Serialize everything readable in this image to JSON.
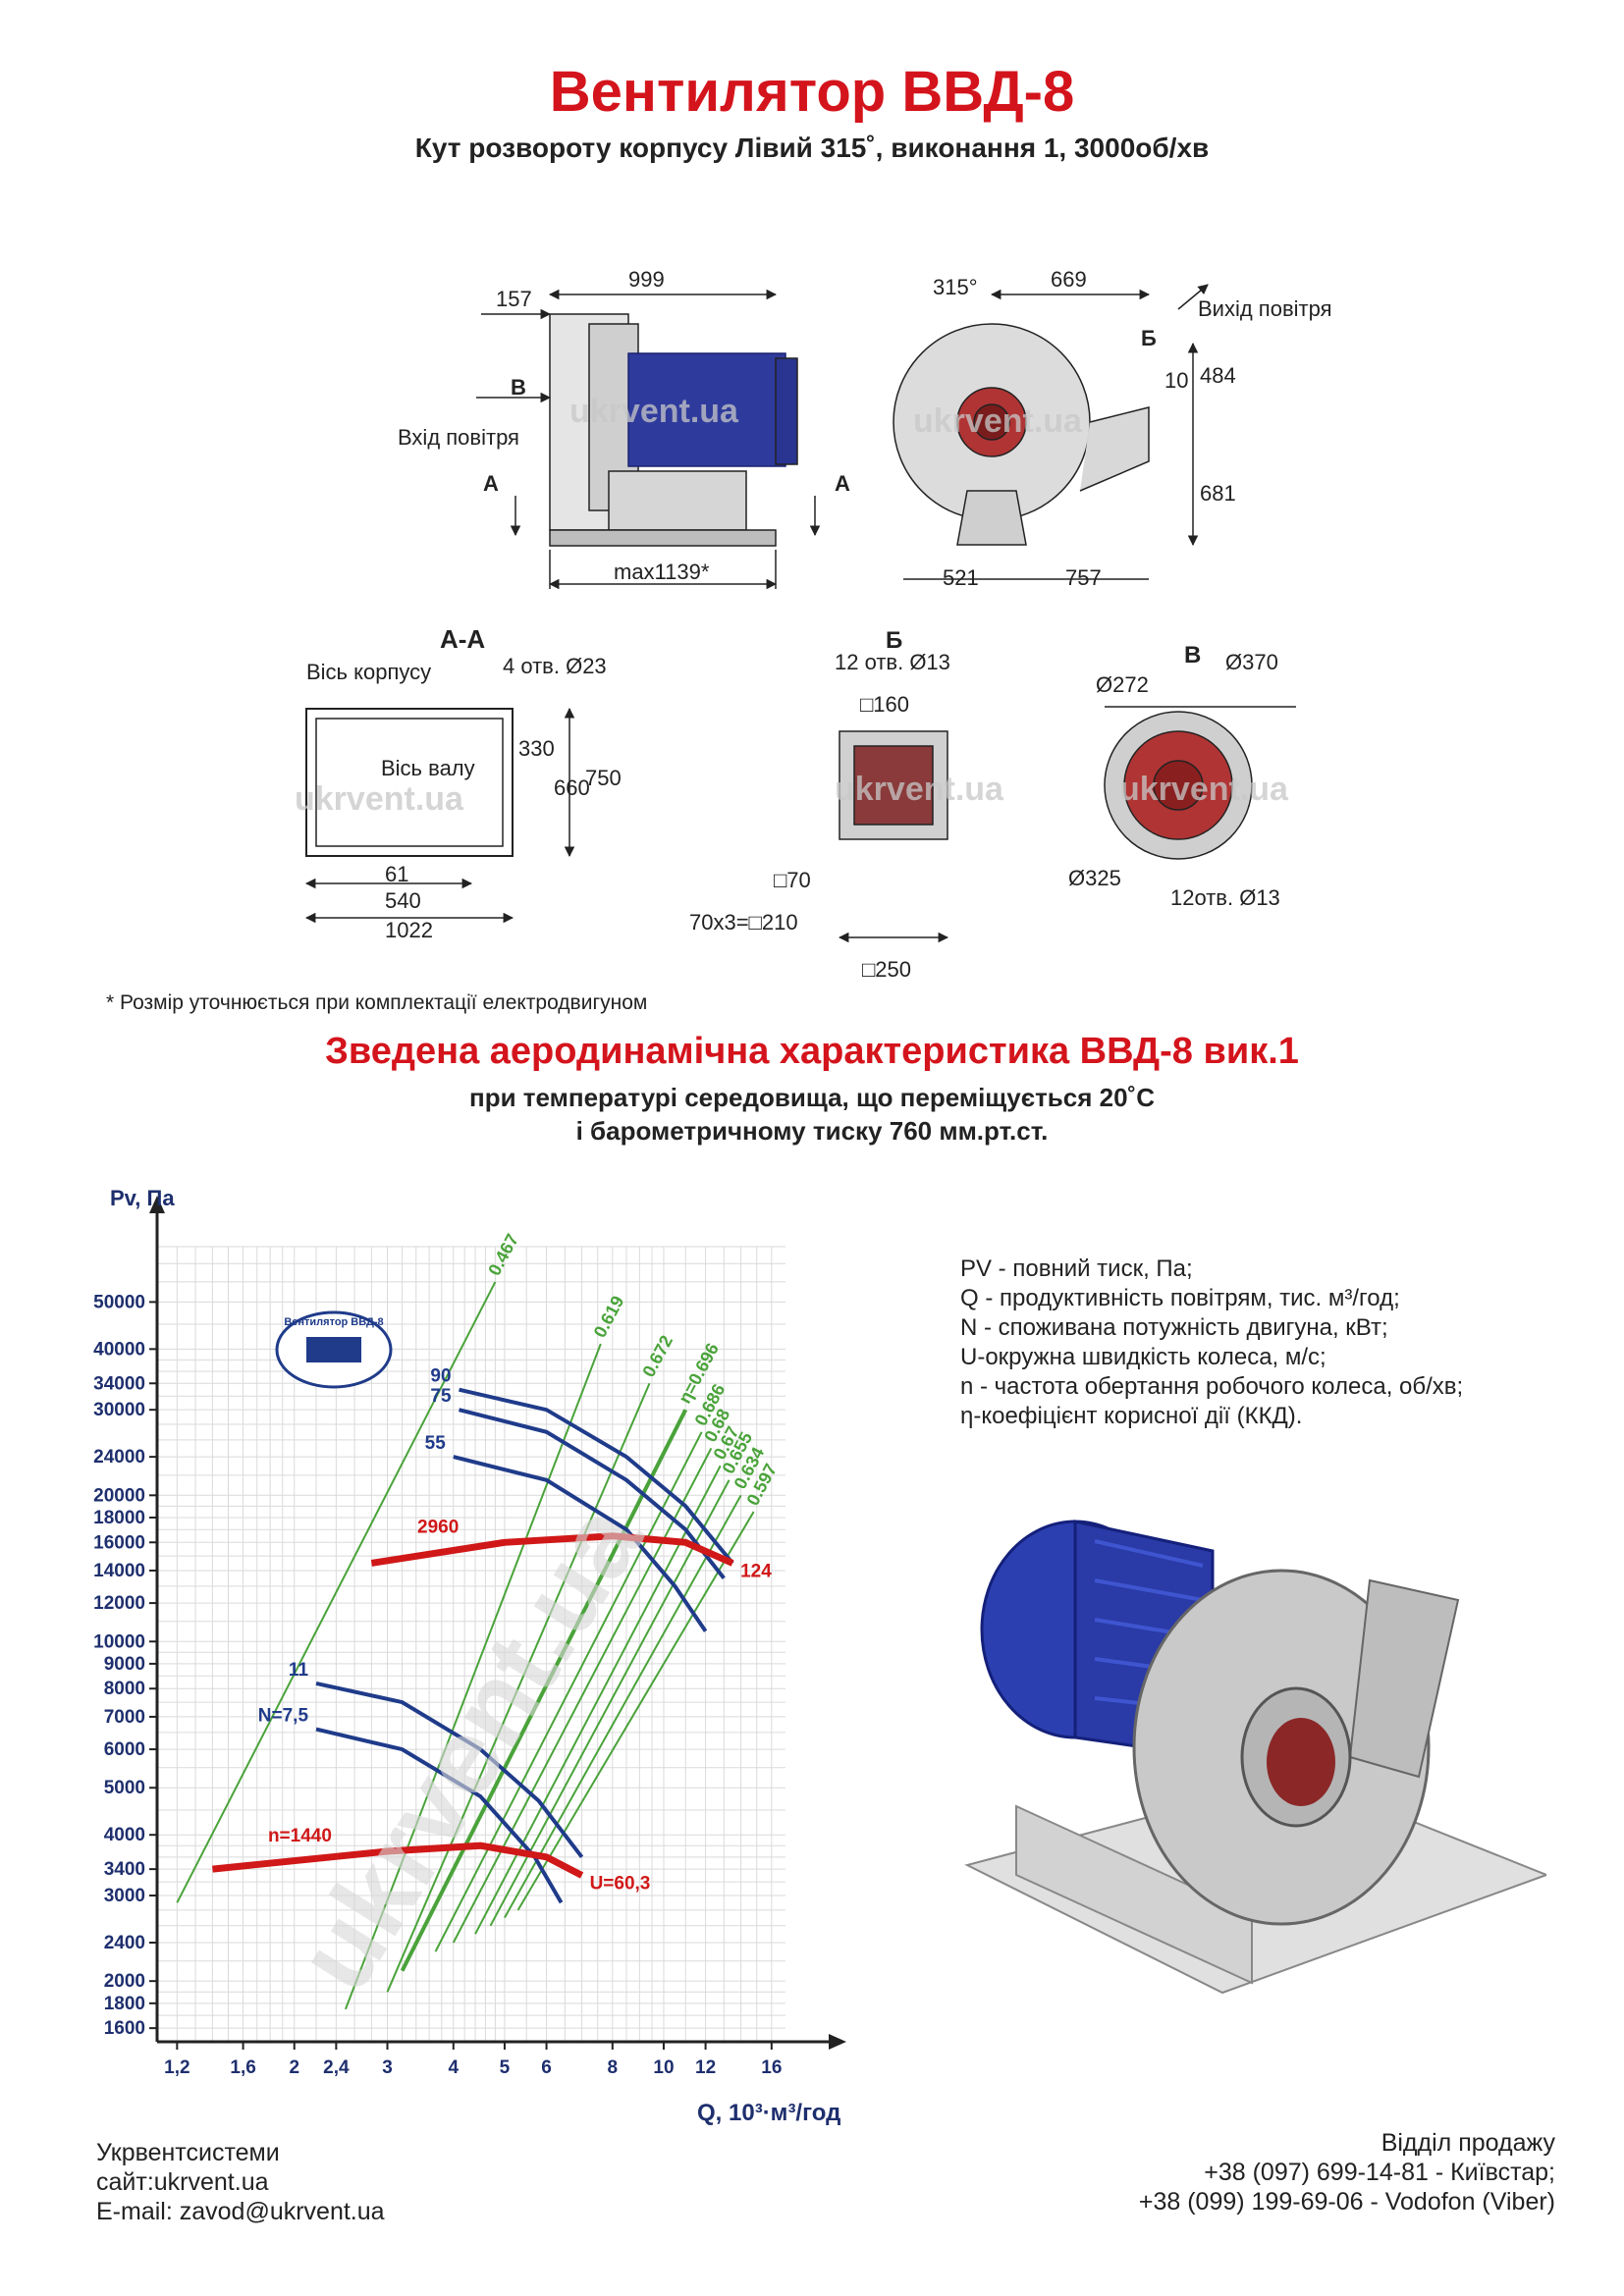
{
  "header": {
    "title": "Вентилятор ВВД-8",
    "subtitle": "Кут розвороту корпусу Лівий 315˚, виконання 1, 3000об/хв"
  },
  "drawings": {
    "side": {
      "d157": "157",
      "d999": "999",
      "dmax": "max1139*",
      "B": "В",
      "inlet": "Вхід повітря",
      "A": "А"
    },
    "front": {
      "angle": "315°",
      "d669": "669",
      "outlet": "Вихід повітря",
      "B": "Б",
      "d10": "10",
      "d484": "484",
      "d681": "681",
      "d521": "521",
      "d757": "757"
    },
    "sectionAA": {
      "title": "А-А",
      "housingAxis": "Вісь корпусу",
      "holes": "4 отв. Ø23",
      "shaftAxis": "Вісь валу",
      "d330": "330",
      "d660": "660",
      "d750": "750",
      "d61": "61",
      "d540": "540",
      "d1022": "1022"
    },
    "flangeB": {
      "title": "Б",
      "holes": "12 отв. Ø13",
      "d160": "□160",
      "d70": "□70",
      "d210": "70х3=□210",
      "d250": "□250"
    },
    "flangeV": {
      "title": "В",
      "d272": "Ø272",
      "d370": "Ø370",
      "d325": "Ø325",
      "holes": "12отв. Ø13"
    },
    "watermark": "ukrvent.ua"
  },
  "footnote": "* Розмір уточнюється при комплектації електродвигуном",
  "section": {
    "title": "Зведена аеродинамічна характеристика ВВД-8 вик.1",
    "line1": "при температурі середовища, що переміщується 20˚С",
    "line2": "і барометричному тиску 760 мм.рт.ст."
  },
  "legend": [
    "PV - повний тиск, Па;",
    "Q - продуктивність повітрям, тис. м³/год;",
    "N - споживана потужність двигуна, кВт;",
    "U-окружна швидкість колеса, м/с;",
    "n - частота обертання робочого колеса, об/хв;",
    "η-коефіцієнт корисної дії (ККД)."
  ],
  "chart_data": {
    "type": "line",
    "xlabel": "Q, 10³·м³/год",
    "ylabel": "Pv, Па",
    "xscale": "log",
    "yscale": "log",
    "xlim": [
      1.1,
      17
    ],
    "ylim": [
      1500,
      65000
    ],
    "x_ticks": [
      "1,2",
      "1,6",
      "2",
      "2,4",
      "3",
      "4",
      "5",
      "6",
      "8",
      "10",
      "12",
      "16"
    ],
    "y_ticks": [
      "1600",
      "1800",
      "2000",
      "2400",
      "3000",
      "3400",
      "4000",
      "5000",
      "6000",
      "7000",
      "8000",
      "9000",
      "10000",
      "12000",
      "14000",
      "16000",
      "18000",
      "20000",
      "24000",
      "30000",
      "34000",
      "40000",
      "50000"
    ],
    "logo_text": "Вентилятор ВВД-8",
    "power_curves": [
      {
        "name": "90",
        "points": [
          [
            4.1,
            33000
          ],
          [
            6,
            30000
          ],
          [
            8.5,
            24000
          ],
          [
            11,
            19000
          ],
          [
            13.5,
            14500
          ]
        ]
      },
      {
        "name": "75",
        "points": [
          [
            4.1,
            30000
          ],
          [
            6,
            27000
          ],
          [
            8.5,
            21500
          ],
          [
            11,
            17000
          ],
          [
            13,
            13500
          ]
        ]
      },
      {
        "name": "55",
        "points": [
          [
            4.0,
            24000
          ],
          [
            6,
            21500
          ],
          [
            8.5,
            17000
          ],
          [
            10.5,
            13000
          ],
          [
            12,
            10500
          ]
        ]
      },
      {
        "name": "11",
        "points": [
          [
            2.2,
            8200
          ],
          [
            3.2,
            7500
          ],
          [
            4.5,
            6000
          ],
          [
            5.8,
            4700
          ],
          [
            7,
            3600
          ]
        ]
      },
      {
        "name": "N=7,5",
        "points": [
          [
            2.2,
            6600
          ],
          [
            3.2,
            6000
          ],
          [
            4.5,
            4800
          ],
          [
            5.7,
            3600
          ],
          [
            6.4,
            2900
          ]
        ]
      }
    ],
    "speed_curves": [
      {
        "name": "2960",
        "label_end": "124",
        "points": [
          [
            2.8,
            14500
          ],
          [
            5,
            16000
          ],
          [
            8,
            16500
          ],
          [
            11,
            16000
          ],
          [
            13.5,
            14500
          ]
        ]
      },
      {
        "name": "n=1440",
        "label_end": "U=60,3",
        "points": [
          [
            1.4,
            3400
          ],
          [
            3,
            3700
          ],
          [
            4.5,
            3800
          ],
          [
            6,
            3600
          ],
          [
            7,
            3300
          ]
        ]
      }
    ],
    "efficiency_lines": [
      {
        "name": "0.467",
        "points": [
          [
            1.2,
            2900
          ],
          [
            4.8,
            55000
          ]
        ]
      },
      {
        "name": "0.619",
        "points": [
          [
            2.5,
            1750
          ],
          [
            7.6,
            41000
          ]
        ]
      },
      {
        "name": "0.672",
        "points": [
          [
            3.0,
            1900
          ],
          [
            9.4,
            34000
          ]
        ]
      },
      {
        "name": "η=0.696",
        "points": [
          [
            3.2,
            2100
          ],
          [
            11,
            30000
          ]
        ]
      },
      {
        "name": "0.686",
        "points": [
          [
            3.7,
            2300
          ],
          [
            11.8,
            27000
          ]
        ]
      },
      {
        "name": "0.68",
        "points": [
          [
            4.0,
            2400
          ],
          [
            12.3,
            25000
          ]
        ]
      },
      {
        "name": "0.67",
        "points": [
          [
            4.4,
            2500
          ],
          [
            12.8,
            23000
          ]
        ]
      },
      {
        "name": "0.655",
        "points": [
          [
            4.7,
            2600
          ],
          [
            13.3,
            21500
          ]
        ]
      },
      {
        "name": "0.634",
        "points": [
          [
            5.0,
            2700
          ],
          [
            14.0,
            20000
          ]
        ]
      },
      {
        "name": "0.597",
        "points": [
          [
            5.3,
            2800
          ],
          [
            14.8,
            18500
          ]
        ]
      }
    ]
  },
  "footer": {
    "company": "Укрвентсистеми",
    "site": "сайт:ukrvent.ua",
    "email": "E-mail: zavod@ukrvent.ua",
    "sales": "Відділ продажу",
    "phone1": "+38 (097) 699-14-81 - Київстар;",
    "phone2": "+38 (099) 199-69-06 - Vodofon (Viber)"
  }
}
